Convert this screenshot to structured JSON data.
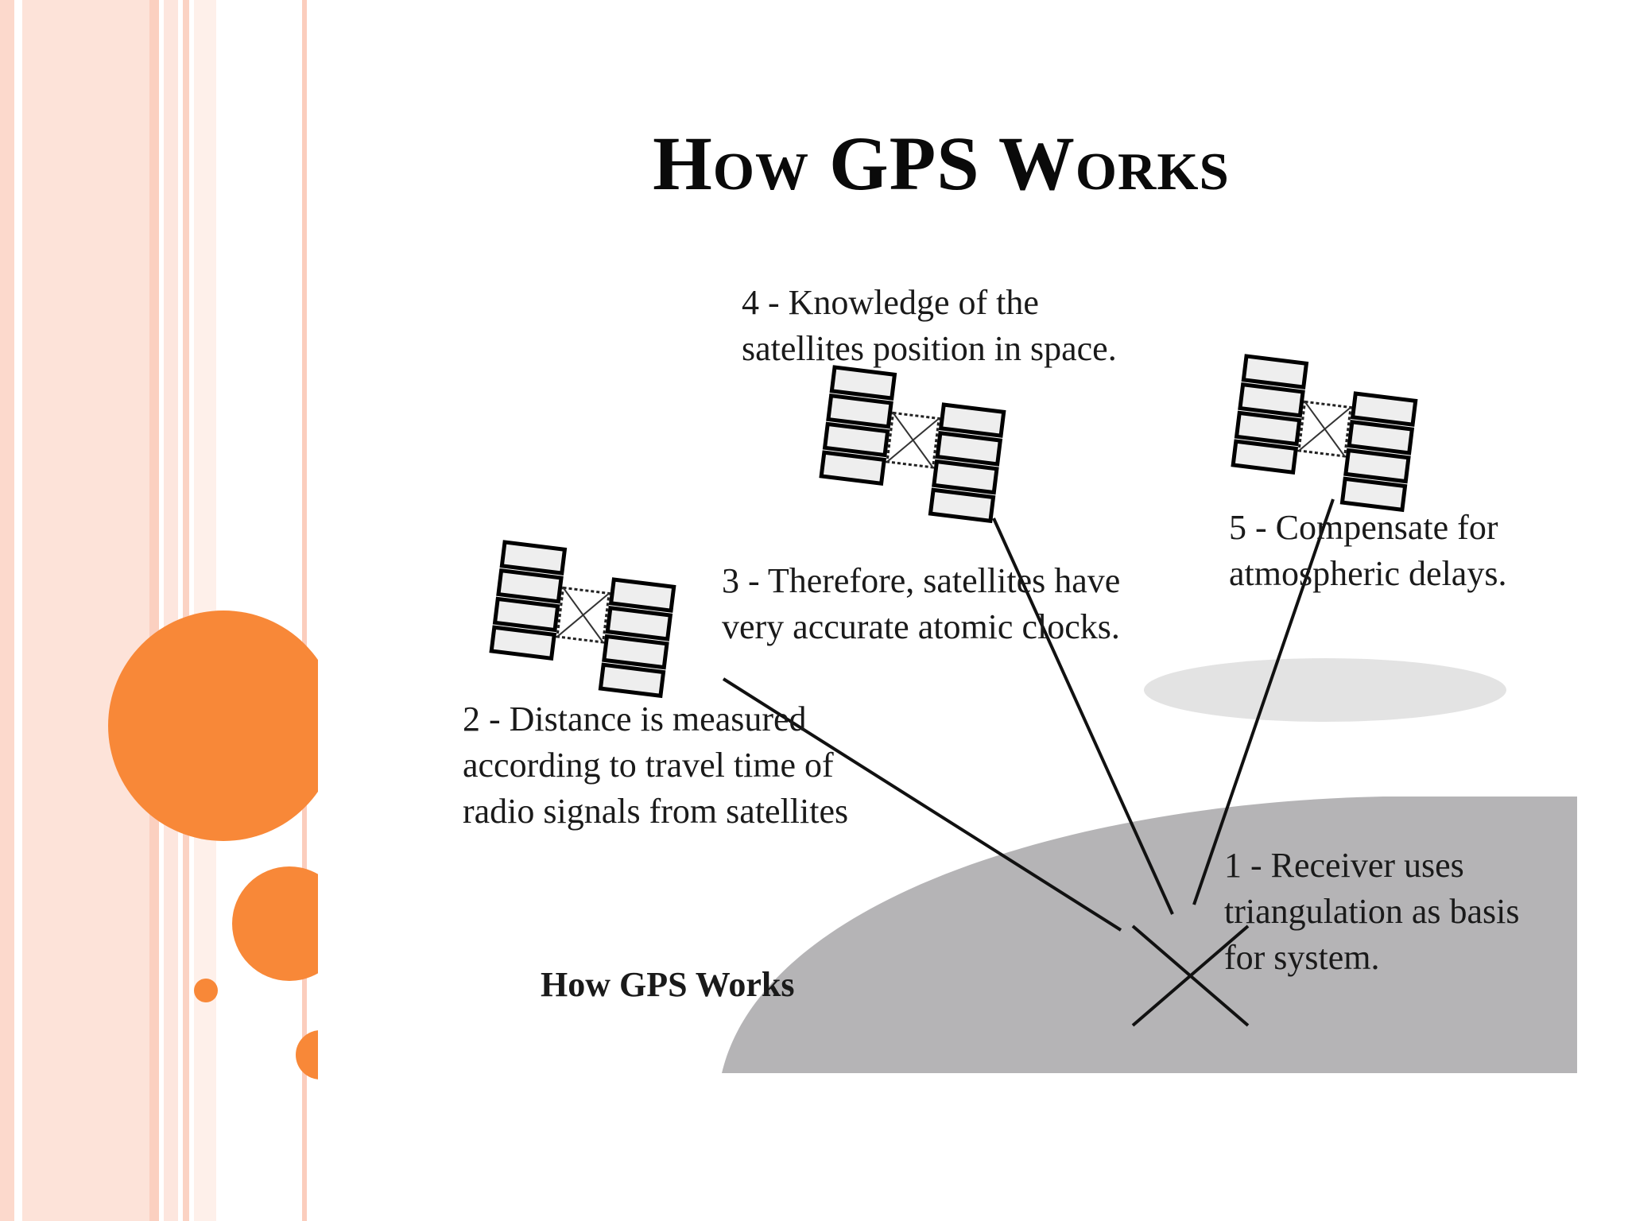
{
  "slide": {
    "title": "How GPS Works",
    "accent_color": "#f88838",
    "stripe_color": "#fde0d6"
  },
  "figure": {
    "caption": "How GPS Works",
    "steps": [
      {
        "id": 1,
        "text": "1 - Receiver uses\ntriangulation as basis\nfor system."
      },
      {
        "id": 2,
        "text": "2 - Distance is measured\naccording to travel time of\nradio signals from satellites"
      },
      {
        "id": 3,
        "text": "3 - Therefore, satellites have\nvery accurate atomic clocks."
      },
      {
        "id": 4,
        "text": "4 - Knowledge of the\nsatellites position in space."
      },
      {
        "id": 5,
        "text": "5 - Compensate for\natmospheric delays."
      }
    ],
    "icons": [
      "satellite-icon",
      "satellite-icon",
      "satellite-icon",
      "receiver-cross-icon",
      "earth-icon",
      "atmosphere-cloud-icon"
    ]
  }
}
